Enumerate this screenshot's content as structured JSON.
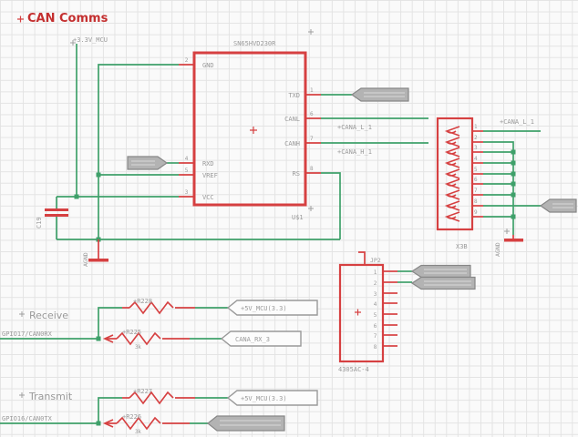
{
  "sheet": {
    "title": "CAN Comms"
  },
  "colors": {
    "wire_green": "#3fa06a",
    "part_red": "#d64041",
    "text_gray": "#9a9a9a",
    "title_red": "#c42f2f",
    "grid": "#e3e3e3",
    "background": "#fafafa",
    "tag_fill": "#b3b3b3"
  },
  "ic": {
    "part_number": "SN65HVD230R",
    "designator": "U$1",
    "pins_left": [
      {
        "name": "GND",
        "number": "2"
      },
      {
        "name": "RXD",
        "number": "4"
      },
      {
        "name": "VREF",
        "number": "5"
      },
      {
        "name": "VCC",
        "number": "3"
      }
    ],
    "pins_right": [
      {
        "name": "TXD",
        "number": "1"
      },
      {
        "name": "CANL",
        "number": "6"
      },
      {
        "name": "CANH",
        "number": "7"
      },
      {
        "name": "RS",
        "number": "8"
      }
    ]
  },
  "power": {
    "rail_label": "+3.3V_MCU",
    "decoupling_cap": "C19",
    "ground_label_left": "AGND",
    "ground_label_right": "AGND"
  },
  "can_bus": {
    "canl_label": "+CANA_L_1",
    "canh_label": "+CANA_H_1"
  },
  "connector": {
    "designator": "X3B",
    "net_label": "+CANA_L_1",
    "ground_label": "AGND",
    "pin_numbers": [
      "1",
      "2",
      "3",
      "4",
      "5",
      "6",
      "7",
      "8",
      "9"
    ]
  },
  "dip_block": {
    "designator": "JP2",
    "part_number": "4305AC-4",
    "pin_numbers": [
      "1",
      "2",
      "3",
      "4",
      "5",
      "6",
      "7",
      "8"
    ]
  },
  "receive": {
    "section_title": "Receive",
    "input_net": "GPIO17/CAN0RX",
    "pullup_resistor": {
      "name": "+R228"
    },
    "series_resistor": {
      "name": "+R225",
      "value": "3k"
    },
    "pullup_flag": "+5V_MCU(3.3)",
    "output_flag": "CANA_RX_3"
  },
  "transmit": {
    "section_title": "Transmit",
    "input_net": "GPIO16/CAN0TX",
    "pullup_resistor": {
      "name": "+R227"
    },
    "series_resistor": {
      "name": "+R226",
      "value": "3k"
    },
    "pullup_flag": "+5V_MCU(3.3)"
  }
}
